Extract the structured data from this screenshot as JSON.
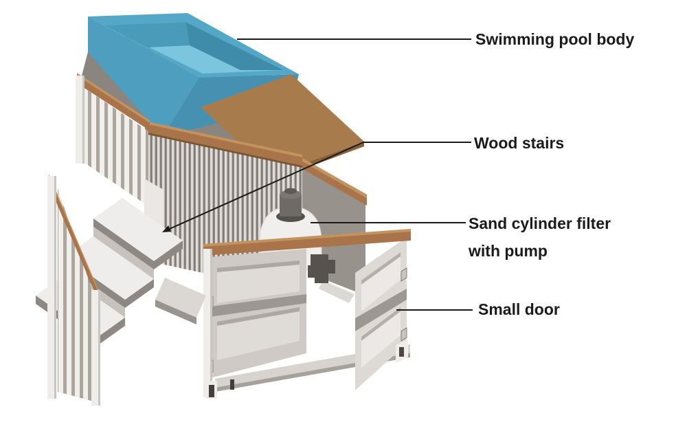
{
  "diagram": {
    "subject": "Container swimming pool labeled parts diagram",
    "background": "#FFFFFF",
    "text_color": "#1B1B1B",
    "labels": {
      "pool_body": "Swimming pool body",
      "wood_stairs": "Wood stairs",
      "sand_filter_line1": "Sand cylinder filter",
      "sand_filter_line2": "with pump",
      "small_door": "Small door"
    },
    "palette": {
      "pool_blue": "#4E9EC0",
      "pool_blue_dark": "#3F8BAA",
      "pool_blue_light": "#7CC5DF",
      "pool_rim": "#55A7C7",
      "wood_trim_brown": "#A9744A",
      "wood_plank_brown": "#A87B4D",
      "deck_gray": "#8B8580",
      "corrugation_light": "#DFDBD7",
      "corrugation_dark": "#837D77",
      "step_white": "#EFEDEB",
      "door_gray": "#CFCAC5",
      "leader_line_black": "#1A1A1A"
    }
  }
}
